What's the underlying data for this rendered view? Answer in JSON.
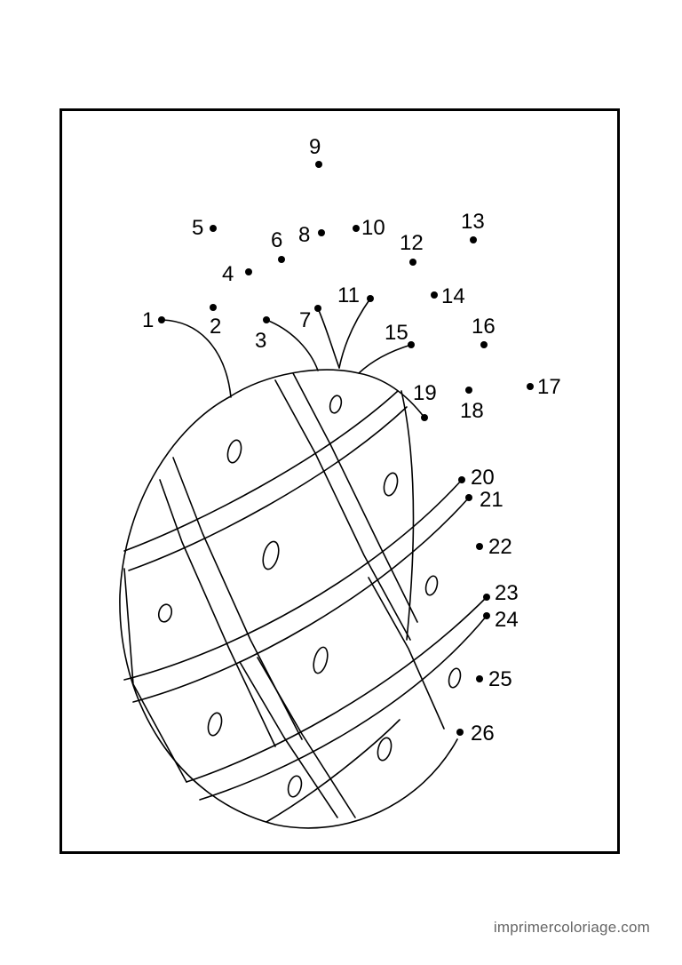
{
  "worksheet": {
    "dots": [
      {
        "label": "1"
      },
      {
        "label": "2"
      },
      {
        "label": "3"
      },
      {
        "label": "4"
      },
      {
        "label": "5"
      },
      {
        "label": "6"
      },
      {
        "label": "7"
      },
      {
        "label": "8"
      },
      {
        "label": "9"
      },
      {
        "label": "10"
      },
      {
        "label": "11"
      },
      {
        "label": "12"
      },
      {
        "label": "13"
      },
      {
        "label": "14"
      },
      {
        "label": "15"
      },
      {
        "label": "16"
      },
      {
        "label": "17"
      },
      {
        "label": "18"
      },
      {
        "label": "19"
      },
      {
        "label": "20"
      },
      {
        "label": "21"
      },
      {
        "label": "22"
      },
      {
        "label": "23"
      },
      {
        "label": "24"
      },
      {
        "label": "25"
      },
      {
        "label": "26"
      }
    ]
  },
  "footer": {
    "site": "imprimercoloriage.com"
  }
}
